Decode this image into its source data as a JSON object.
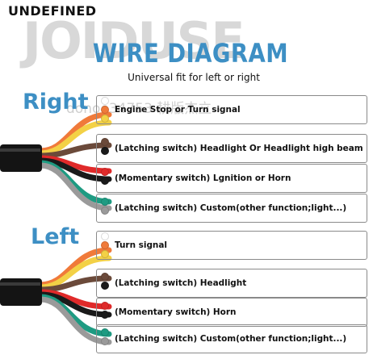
{
  "corner_label": "UNDEFINED",
  "brand_watermark": "JOIDUSE",
  "title": "WIRE DIAGRAM",
  "subtitle": "Universal fit for left or right",
  "cn_watermark": "donoe34753    耕版杰立",
  "colors": {
    "accent": "#3d8fc4",
    "white": "#ffffff",
    "orange": "#f07a3a",
    "yellow": "#f3d146",
    "brown": "#6b4a3a",
    "black": "#1a1a1a",
    "red": "#e02a2a",
    "teal": "#1e9b82",
    "gray": "#9a9a9a"
  },
  "sections": [
    {
      "label": "Right",
      "entries": [
        {
          "wires": [
            "white",
            "orange",
            "yellow"
          ],
          "text": "Engine Stop or Turn signal"
        },
        {
          "wires": [
            "brown",
            "black"
          ],
          "text": "(Latching switch)  Headlight Or Headlight high beam"
        },
        {
          "wires": [
            "red",
            "black"
          ],
          "text": "(Momentary switch) Lgnition or Horn"
        },
        {
          "wires": [
            "teal",
            "gray"
          ],
          "text": "(Latching switch) Custom(other function;light...)"
        }
      ]
    },
    {
      "label": "Left",
      "entries": [
        {
          "wires": [
            "white",
            "orange",
            "yellow"
          ],
          "text": "Turn signal"
        },
        {
          "wires": [
            "brown",
            "black"
          ],
          "text": "(Latching switch)  Headlight"
        },
        {
          "wires": [
            "red",
            "black"
          ],
          "text": "(Momentary switch) Horn"
        },
        {
          "wires": [
            "teal",
            "gray"
          ],
          "text": "(Latching switch) Custom(other function;light...)"
        }
      ]
    }
  ]
}
